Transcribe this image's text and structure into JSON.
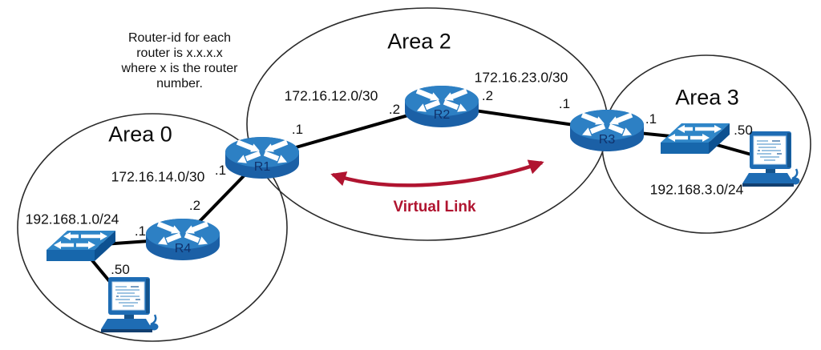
{
  "title_note": {
    "lines": [
      "Router-id for each",
      "router is x.x.x.x",
      "where x is the router",
      "number."
    ]
  },
  "areas": {
    "a0": {
      "label": "Area 0"
    },
    "a2": {
      "label": "Area 2"
    },
    "a3": {
      "label": "Area 3"
    }
  },
  "routers": {
    "r1": {
      "label": "R1"
    },
    "r2": {
      "label": "R2"
    },
    "r3": {
      "label": "R3"
    },
    "r4": {
      "label": "R4"
    }
  },
  "networks": {
    "r1_r2": {
      "label": "172.16.12.0/30"
    },
    "r2_r3": {
      "label": "172.16.23.0/30"
    },
    "r1_r4": {
      "label": "172.16.14.0/30"
    },
    "lan_area0": {
      "label": "192.168.1.0/24"
    },
    "lan_area3": {
      "label": "192.168.3.0/24"
    }
  },
  "interface_labels": {
    "r1_to_r2": {
      "label": ".1"
    },
    "r2_to_r1": {
      "label": ".2"
    },
    "r2_to_r3": {
      "label": ".2"
    },
    "r3_to_r2": {
      "label": ".1"
    },
    "r3_to_lan": {
      "label": ".1"
    },
    "pc_area3": {
      "label": ".50"
    },
    "r1_to_r4": {
      "label": ".1"
    },
    "r4_to_r1": {
      "label": ".2"
    },
    "r4_to_lan": {
      "label": ".1"
    },
    "pc_area0": {
      "label": ".50"
    }
  },
  "virtual_link": {
    "label": "Virtual Link",
    "color": "#b01430"
  },
  "colors": {
    "device_blue": "#2273b8",
    "device_blue_top": "#2d80c4",
    "device_blue_dark": "#14538c",
    "router_label_navy": "#10316b",
    "link_black": "#000000",
    "accent_red": "#b01430",
    "boundary_gray": "#2b2b2b"
  }
}
